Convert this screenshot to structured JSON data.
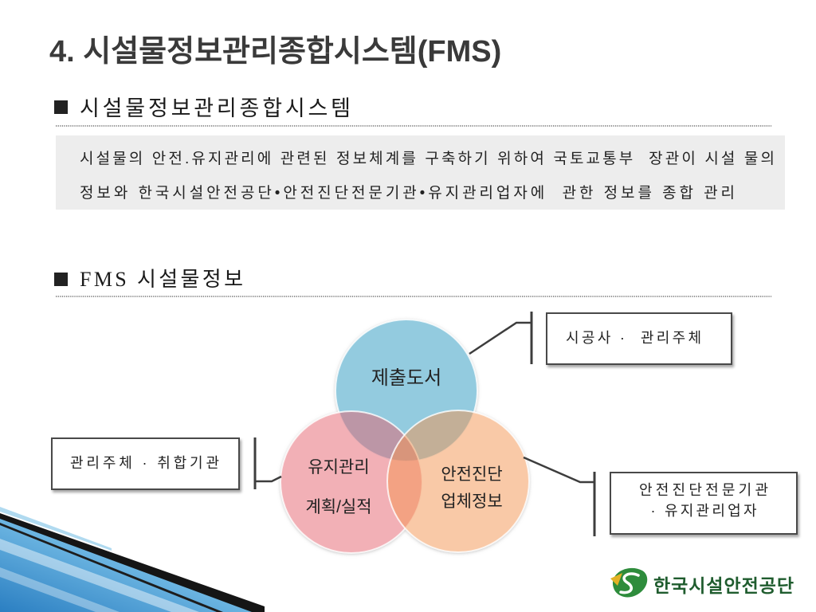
{
  "title": "4. 시설물정보관리종합시스템(FMS)",
  "section1": {
    "bullet_icon": "square-bullet",
    "heading": "시설물정보관리종합시스템",
    "description_lines": [
      "시설물의 안전.유지관리에 관련된 정보체계를 구축하기 위하여 국토교통부  장관이 시설 물의",
      "정보와 한국시설안전공단•안전진단전문기관•유지관리업자에  관한 정보를 종합 관리"
    ]
  },
  "section2": {
    "bullet_icon": "square-bullet",
    "heading": "FMS 시설물정보",
    "venn": {
      "circles": [
        {
          "lines": [
            "제출도서"
          ],
          "color": "#2898c0"
        },
        {
          "lines": [
            "유지관리",
            "계획/실적"
          ],
          "color": "#e5626e"
        },
        {
          "lines": [
            "안전진단",
            "업체정보"
          ],
          "color": "#f39350"
        }
      ]
    },
    "callouts": {
      "top_right": {
        "lines": [
          "시공사 ·  관리주체"
        ]
      },
      "left": {
        "lines": [
          "관리주체 · 취합기관"
        ]
      },
      "bottom_right": {
        "lines": [
          "안전진단전문기관",
          "· 유지관리업자"
        ]
      }
    }
  },
  "logo": {
    "icon": "kalis-logo-icon",
    "text": "한국시설안전공단"
  }
}
